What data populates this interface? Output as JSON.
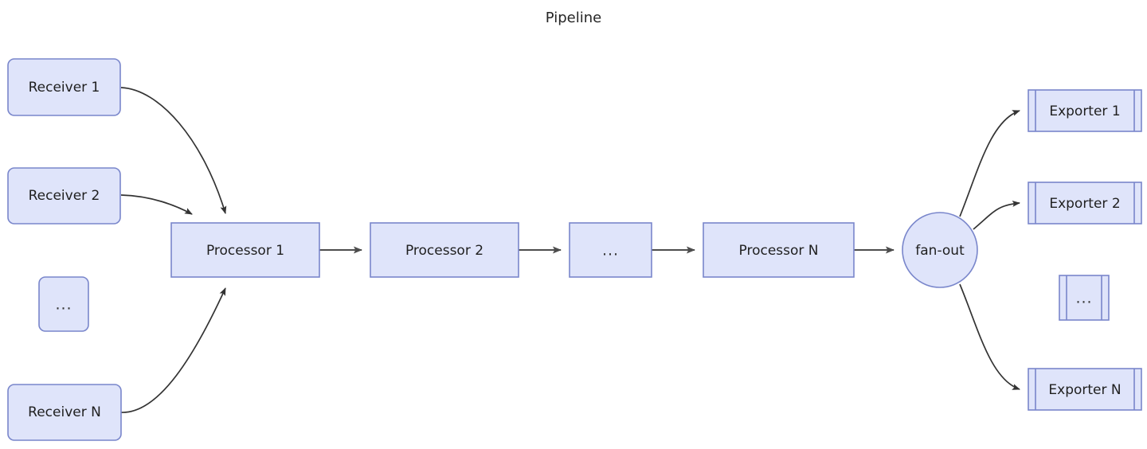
{
  "title": "Pipeline",
  "colors": {
    "node_fill": "#dfe4fa",
    "node_border": "#7986cb",
    "edge": "#333333",
    "edge_straight": "#4d4d4d",
    "text": "#1f1f1f",
    "background": "#ffffff"
  },
  "receivers": [
    {
      "label": "Receiver 1",
      "shape": "rounded-rect"
    },
    {
      "label": "Receiver 2",
      "shape": "rounded-rect"
    },
    {
      "label": "...",
      "shape": "rounded-rect"
    },
    {
      "label": "Receiver N",
      "shape": "rounded-rect"
    }
  ],
  "processors": [
    {
      "label": "Processor 1",
      "shape": "rect"
    },
    {
      "label": "Processor 2",
      "shape": "rect"
    },
    {
      "label": "...",
      "shape": "rect"
    },
    {
      "label": "Processor N",
      "shape": "rect"
    }
  ],
  "fanout": {
    "label": "fan-out",
    "shape": "circle"
  },
  "exporters": [
    {
      "label": "Exporter 1",
      "shape": "subroutine"
    },
    {
      "label": "Exporter 2",
      "shape": "subroutine"
    },
    {
      "label": "...",
      "shape": "subroutine"
    },
    {
      "label": "Exporter N",
      "shape": "subroutine"
    }
  ],
  "edges": [
    {
      "from": "Receiver 1",
      "to": "Processor 1",
      "style": "curved-arrow"
    },
    {
      "from": "Receiver 2",
      "to": "Processor 1",
      "style": "curved-arrow"
    },
    {
      "from": "Receiver N",
      "to": "Processor 1",
      "style": "curved-arrow"
    },
    {
      "from": "Processor 1",
      "to": "Processor 2",
      "style": "straight-arrow"
    },
    {
      "from": "Processor 2",
      "to": "...",
      "style": "straight-arrow"
    },
    {
      "from": "...",
      "to": "Processor N",
      "style": "straight-arrow"
    },
    {
      "from": "Processor N",
      "to": "fan-out",
      "style": "straight-arrow"
    },
    {
      "from": "fan-out",
      "to": "Exporter 1",
      "style": "curved-arrow"
    },
    {
      "from": "fan-out",
      "to": "Exporter 2",
      "style": "curved-arrow"
    },
    {
      "from": "fan-out",
      "to": "Exporter N",
      "style": "curved-arrow"
    }
  ]
}
